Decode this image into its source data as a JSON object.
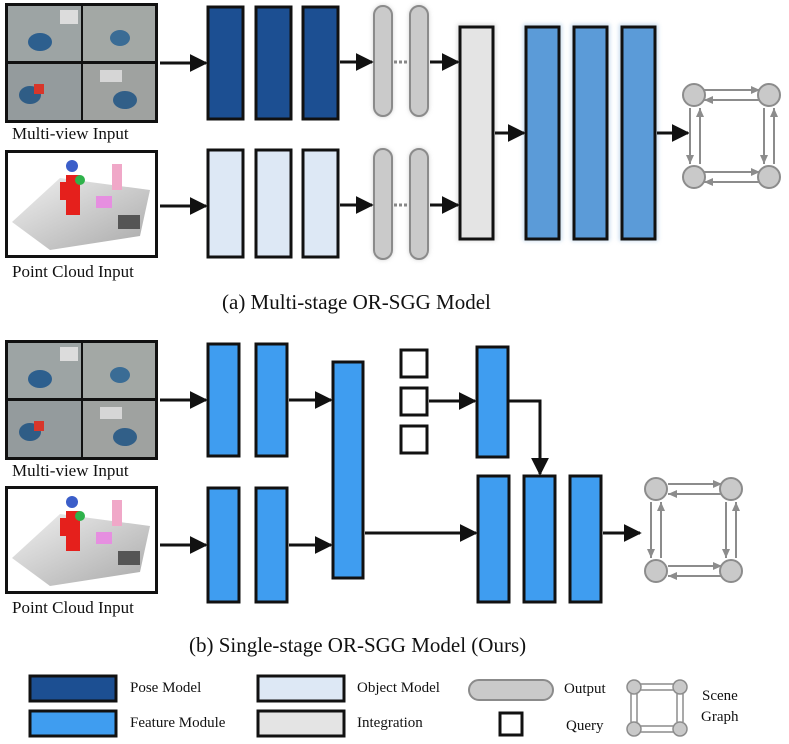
{
  "colors": {
    "pose": "#1c4f92",
    "object": "#dde8f5",
    "integration": "#e4e4e4",
    "feature_a": "#5b9bd8",
    "feature_b": "#3f9df0",
    "output": "#c8c8c8",
    "graph_node": "#c9c9c9",
    "stroke": "#111111"
  },
  "panel_a": {
    "multiview_label": "Multi-view Input",
    "pointcloud_label": "Point Cloud Input",
    "caption": "(a) Multi-stage OR-SGG Model"
  },
  "panel_b": {
    "multiview_label": "Multi-view Input",
    "pointcloud_label": "Point Cloud Input",
    "caption": "(b) Single-stage OR-SGG Model (Ours)"
  },
  "legend": {
    "pose_model": "Pose Model",
    "object_model": "Object Model",
    "output": "Output",
    "scene_graph_line1": "Scene",
    "scene_graph_line2": "Graph",
    "feature_module": "Feature Module",
    "integration": "Integration",
    "query": "Query"
  }
}
